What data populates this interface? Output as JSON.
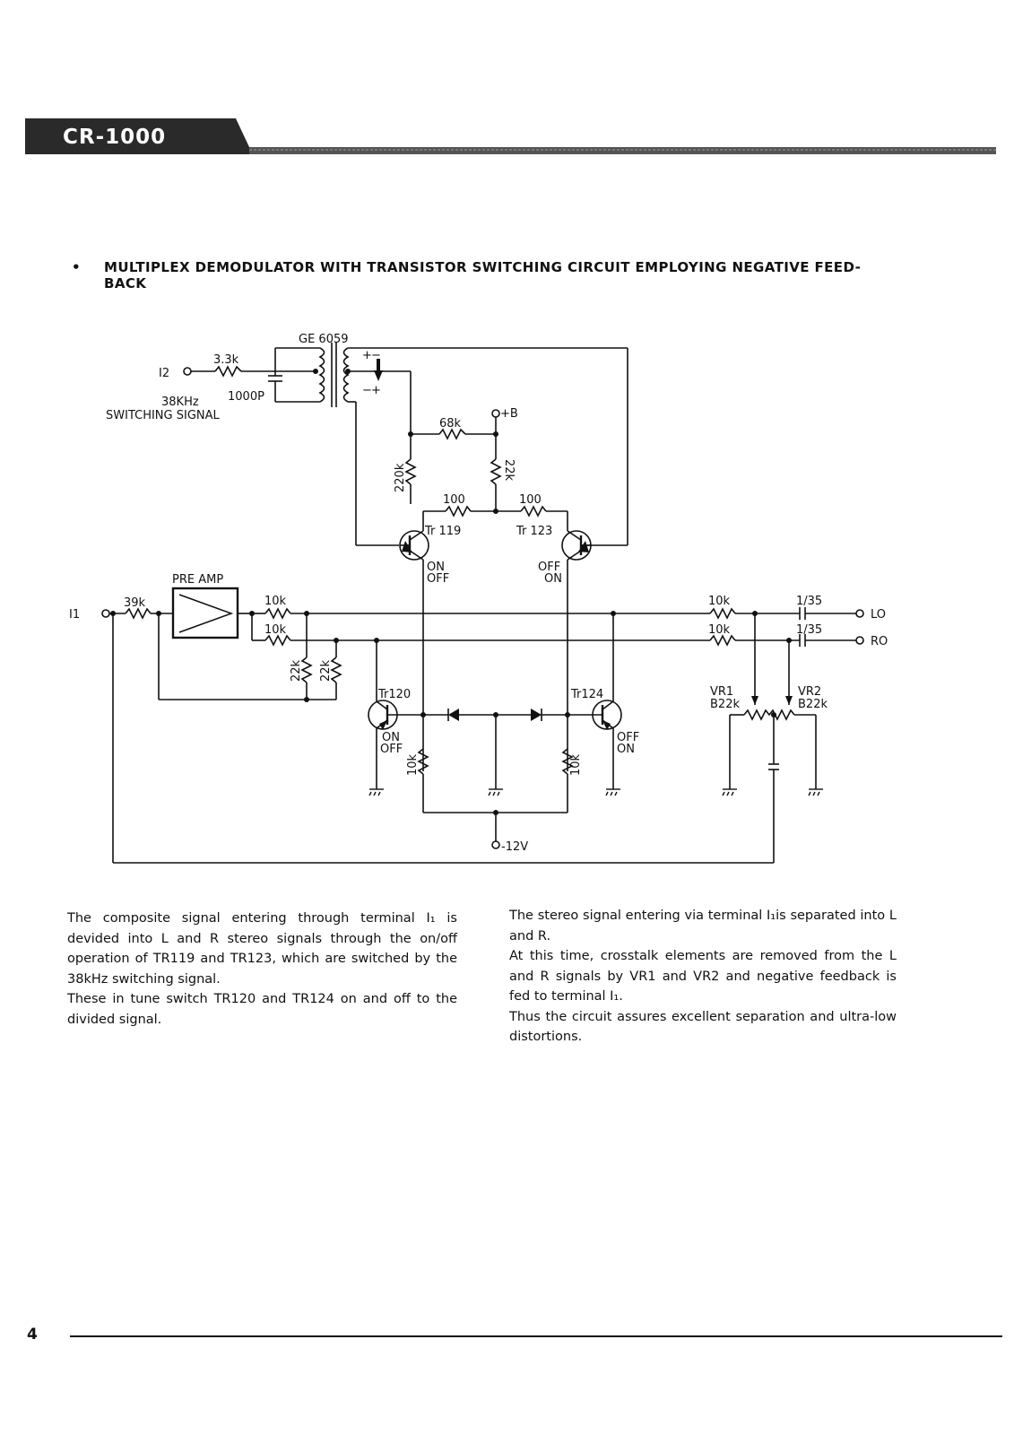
{
  "header": {
    "title": "CR-1000"
  },
  "heading": {
    "bullet": "•",
    "text": "MULTIPLEX DEMODULATOR WITH TRANSISTOR SWITCHING CIRCUIT EMPLOYING NEGATIVE FEED-BACK"
  },
  "schematic": {
    "transformer": "GE 6059",
    "i2_terminal": "I2",
    "i1_terminal": "I1",
    "r_3k3": "3.3k",
    "c_1000p": "1000P",
    "switching_signal_1": "38KHz",
    "switching_signal_2": "SWITCHING SIGNAL",
    "r_68k": "68k",
    "supply_plus": "+B",
    "r_220k": "220k",
    "r_22k_top": "22k",
    "r_100_left": "100",
    "r_100_right": "100",
    "tr119": "Tr 119",
    "tr123": "Tr 123",
    "tr119_state_1": "ON",
    "tr119_state_2": "OFF",
    "tr123_state_1": "OFF",
    "tr123_state_2": "ON",
    "pre_amp": "PRE AMP",
    "r_39k": "39k",
    "r_10k_l": "10k",
    "r_10k_r": "10k",
    "r_10k_l_out": "10k",
    "r_10k_r_out": "10k",
    "r_22k_a": "22k",
    "r_22k_b": "22k",
    "c_lo": "1/35",
    "c_ro": "1/35",
    "out_lo": "LO",
    "out_ro": "RO",
    "tr120": "Tr120",
    "tr124": "Tr124",
    "tr120_state_1": "ON",
    "tr120_state_2": "OFF",
    "tr124_state_1": "OFF",
    "tr124_state_2": "ON",
    "r_10k_e_left": "10k",
    "r_10k_e_right": "10k",
    "vr1": "VR1",
    "vr1_val": "B22k",
    "vr2": "VR2",
    "vr2_val": "B22k",
    "supply_minus": "-12V",
    "pin_plus": "+",
    "pin_minus": "−"
  },
  "left_column": [
    "The composite signal entering through terminal I₁ is devided into L and R stereo signals through the on/off operation of TR119 and TR123, which are switched by the 38kHz switching signal.",
    "These in tune switch TR120 and TR124 on and off to the divided signal."
  ],
  "right_column": [
    "The stereo signal entering via terminal I₁is separated into L and R.",
    "At this time, crosstalk elements are removed from the L and R signals by VR1 and VR2 and negative feedback is fed to terminal I₁.",
    "Thus the circuit assures excellent separation and ultra-low distortions."
  ],
  "footer": {
    "page_number": "4"
  }
}
